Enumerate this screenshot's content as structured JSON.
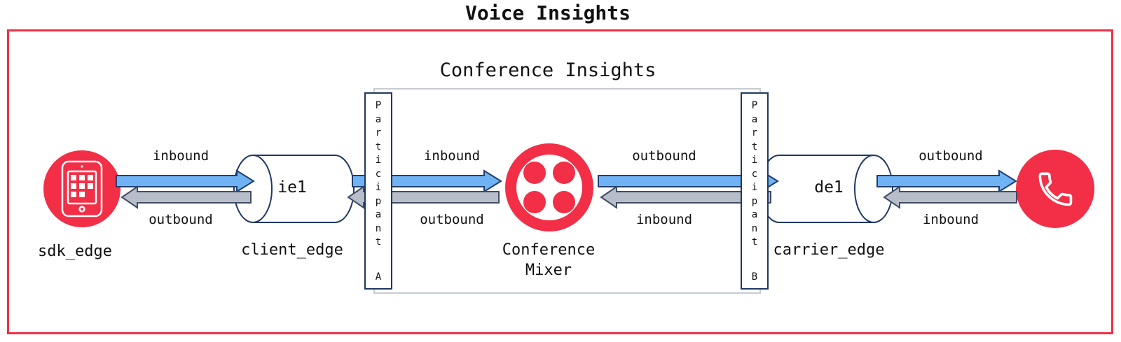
{
  "title": "Voice Insights",
  "conference_insights": {
    "title": "Conference Insights",
    "participant_a": {
      "word": "Participant",
      "id": "A"
    },
    "participant_b": {
      "word": "Participant",
      "id": "B"
    }
  },
  "nodes": {
    "sdk_edge": {
      "label": "sdk_edge",
      "icon": "tablet-keypad-icon"
    },
    "client_edge": {
      "cylinder_label": "ie1",
      "label": "client_edge"
    },
    "conference_mixer": {
      "label_line1": "Conference",
      "label_line2": "Mixer",
      "icon": "twilio-logo-icon"
    },
    "carrier_edge": {
      "cylinder_label": "de1",
      "label": "carrier_edge"
    },
    "carrier_endpoint": {
      "icon": "phone-icon"
    }
  },
  "flow_labels": {
    "sdk_client": {
      "top": "inbound",
      "bottom": "outbound"
    },
    "client_mixer": {
      "top": "inbound",
      "bottom": "outbound"
    },
    "mixer_carrier": {
      "top": "outbound",
      "bottom": "inbound"
    },
    "carrier_endpoint": {
      "top": "outbound",
      "bottom": "inbound"
    }
  },
  "colors": {
    "brand_red": "#F22F46",
    "arrow_blue_fill": "#6FB3F4",
    "arrow_blue_border": "#1F3E6E",
    "arrow_gray_fill": "#B8BEC9",
    "arrow_gray_border": "#3F4C66",
    "navy_outline": "#1F3864",
    "container_gray": "#C6CBD4"
  }
}
